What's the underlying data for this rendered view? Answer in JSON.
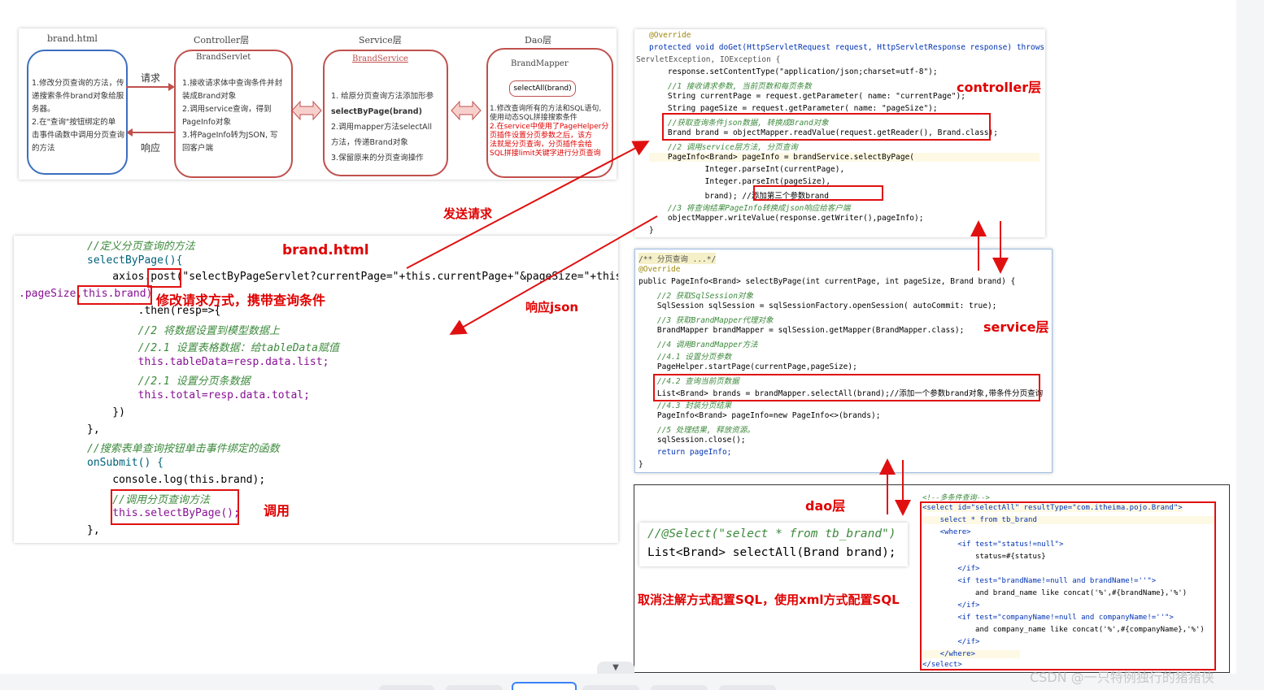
{
  "top_diagram": {
    "layers": [
      {
        "title": "brand.html",
        "sub": "",
        "text": [
          "1.修改分页查询的方法，传",
          "递搜索条件brand对象给服",
          "务器。",
          "2.在\"查询\"按钮绑定的单",
          "击事件函数中调用分页查询",
          "的方法"
        ]
      },
      {
        "title": "Controller层",
        "sub": "BrandServlet",
        "text": [
          "1.接收请求体中查询条件并封",
          "装成Brand对象",
          "2.调用service查询，得到",
          "PageInfo对象",
          "3.将PageInfo转为JSON, 写",
          "回客户端"
        ]
      },
      {
        "title": "Service层",
        "sub": "BrandService",
        "text": [
          "1. 给原分页查询方法添加形参",
          "selectByPage(brand)",
          "2.调用mapper方法selectAll",
          "方法，传递Brand对象",
          "3.保留原来的分页查询操作"
        ]
      },
      {
        "title": "Dao层",
        "sub": "BrandMapper",
        "method": "selectAll(brand)",
        "text": [
          "1.修改查询所有的方法和SQL语句,",
          "使用动态SQL拼接搜索条件"
        ],
        "red_text": [
          "2.在service中使用了PageHelper分",
          "页插件设置分页参数之后，该方",
          "法就是分页查询，分页插件会给",
          "SQL拼接limit关键字进行分页查询"
        ]
      }
    ],
    "request_label": "请求",
    "response_label": "响应"
  },
  "annotations": {
    "send_request": "发送请求",
    "response_json": "响应json",
    "brand_html": "brand.html",
    "modify_request": "修改请求方式，携带查询条件",
    "call": "调用",
    "controller": "controller层",
    "service": "service层",
    "dao": "dao层",
    "xml_note": "取消注解方式配置SQL，使用xml方式配置SQL"
  },
  "frontend_code": [
    "//定义分页查询的方法",
    "selectByPage(){",
    "    axios.post(\"selectByPageServlet?currentPage=\"+this.currentPage+\"&pageSize=\"+this",
    ".pageSize,this.brand)",
    "        .then(resp=>{",
    "        //2 将数据设置到模型数据上",
    "        //2.1 设置表格数据：给tableData赋值",
    "        this.tableData=resp.data.list;",
    "        //2.1 设置分页条数据",
    "        this.total=resp.data.total;",
    "    })",
    "},",
    "//搜索表单查询按钮单击事件绑定的函数",
    "onSubmit() {",
    "    console.log(this.brand);",
    "    //调用分页查询方法",
    "    this.selectByPage();",
    "},"
  ],
  "controller_code": [
    "@Override",
    "protected void doGet(HttpServletRequest request, HttpServletResponse response) throws",
    "ServletException, IOException {",
    "    response.setContentType(\"application/json;charset=utf-8\");",
    "    //1 接收请求参数, 当前页数和每页条数",
    "    String currentPage = request.getParameter( name: \"currentPage\");",
    "    String pageSize = request.getParameter( name: \"pageSize\");",
    "    //获取查询条件json数据, 转换成Brand对象",
    "    Brand brand = objectMapper.readValue(request.getReader(), Brand.class);",
    "    //2 调用service层方法, 分页查询",
    "    PageInfo<Brand> pageInfo = brandService.selectByPage(",
    "            Integer.parseInt(currentPage),",
    "            Integer.parseInt(pageSize),",
    "            brand); //添加第三个参数brand",
    "    //3 将查询结果PageInfo转换成json响应给客户端",
    "    objectMapper.writeValue(response.getWriter(),pageInfo);",
    "}"
  ],
  "service_code": [
    "/** 分页查询 ...*/",
    "@Override",
    "public PageInfo<Brand> selectByPage(int currentPage, int pageSize, Brand brand) {",
    "    //2 获取SqlSession对象",
    "    SqlSession sqlSession = sqlSessionFactory.openSession( autoCommit: true);",
    "    //3 获取BrandMapper代理对象",
    "    BrandMapper brandMapper = sqlSession.getMapper(BrandMapper.class);",
    "    //4 调用BrandMapper方法",
    "    //4.1 设置分页参数",
    "    PageHelper.startPage(currentPage,pageSize);",
    "    //4.2 查询当前页数据",
    "    List<Brand> brands = brandMapper.selectAll(brand);//添加一个参数brand对象,带条件分页查询",
    "    //4.3 封装分页结果",
    "    PageInfo<Brand> pageInfo=new PageInfo<>(brands);",
    "    //5 处理结果, 释放资源。",
    "    sqlSession.close();",
    "    return pageInfo;",
    "}"
  ],
  "dao_annotation_code": [
    "//@Select(\"select * from tb_brand\")",
    "List<Brand> selectAll(Brand brand);"
  ],
  "xml_code": [
    "<!--多条件查询-->",
    "<select id=\"selectAll\" resultType=\"com.itheima.pojo.Brand\">",
    "    select * from tb_brand",
    "    <where>",
    "        <if test=\"status!=null\">",
    "            status=#{status}",
    "        </if>",
    "        <if test=\"brandName!=null and brandName!=''\">",
    "            and brand_name like concat('%',#{brandName},'%')",
    "        </if>",
    "        <if test=\"companyName!=null and companyName!=''\">",
    "            and company_name like concat('%',#{companyName},'%')",
    "        </if>",
    "    </where>",
    "</select>"
  ],
  "watermark": "CSDN @一只特例独行的猪猪侠",
  "colors": {
    "accent_red": "#e00000",
    "box_blue": "#3c6fbf",
    "box_red": "#c0504d",
    "arrow_red": "#e01010"
  }
}
